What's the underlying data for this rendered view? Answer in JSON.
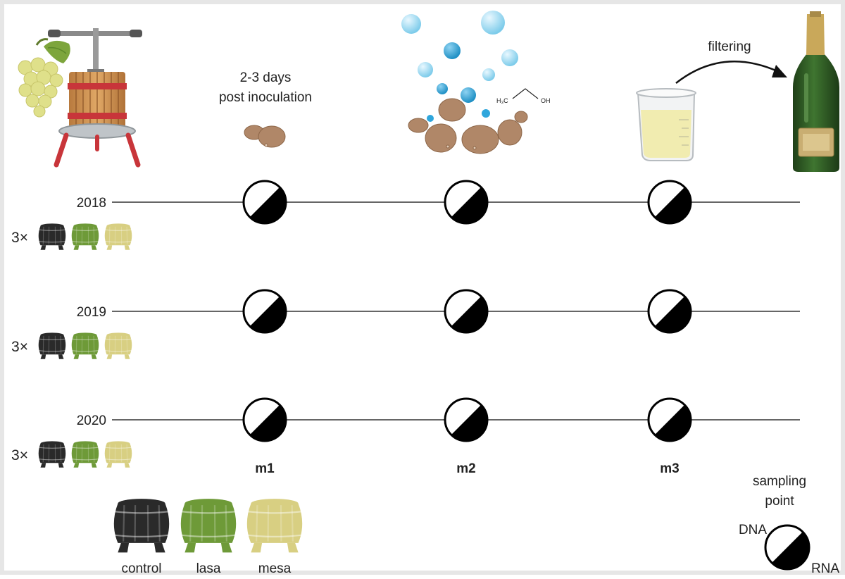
{
  "header": {
    "phase_line1": "2-3 days",
    "phase_line2": "post inoculation",
    "filter_label": "filtering",
    "chem_h3c": "H₃C",
    "chem_oh": "OH"
  },
  "rows": [
    {
      "year": "2018",
      "multiplier": "3×"
    },
    {
      "year": "2019",
      "multiplier": "3×"
    },
    {
      "year": "2020",
      "multiplier": "3×"
    }
  ],
  "stages": [
    "m1",
    "m2",
    "m3"
  ],
  "barrels": [
    {
      "label": "control",
      "color": "#2a2a2a"
    },
    {
      "label": "lasa",
      "color": "#6e9a38"
    },
    {
      "label": "mesa",
      "color": "#d8cf82"
    }
  ],
  "sampling": {
    "title_line1": "sampling",
    "title_line2": "point",
    "dna_label": "DNA",
    "rna_label": "RNA"
  },
  "colors": {
    "timeline": "#666666",
    "bubble_light": "#a8dff3",
    "bubble_blue": "#2fa6dc",
    "yeast": "#b08768",
    "bottle": "#2f5a25",
    "wine": "#f1ecb0"
  }
}
